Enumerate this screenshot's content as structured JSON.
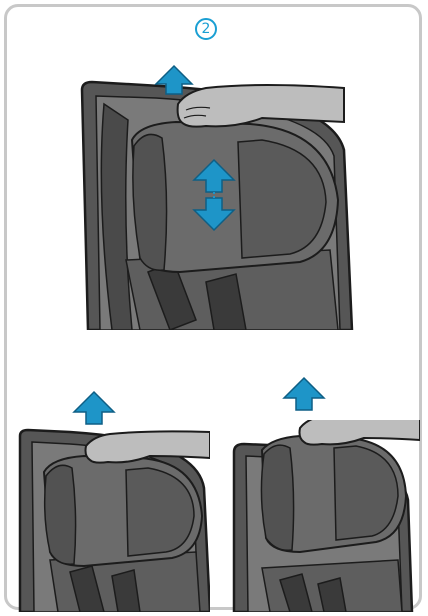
{
  "step": {
    "number": "2"
  },
  "colors": {
    "frame": "#c8c8c8",
    "accent_blue": "#1a9fd3",
    "arrow_blue": "#1e95c8",
    "seat_dark": "#4a4a4a",
    "seat_mid": "#6b6b6b",
    "seat_light": "#8a8a8a",
    "outline": "#1c1c1c",
    "hand_gray": "#bdbdbd"
  },
  "panels": [
    {
      "id": "main",
      "icons": [
        "up-arrow-icon",
        "up-down-arrow-icon",
        "hand-icon"
      ]
    },
    {
      "id": "bottom-left",
      "icons": [
        "up-arrow-icon",
        "hand-icon"
      ]
    },
    {
      "id": "bottom-right",
      "icons": [
        "up-arrow-icon",
        "hand-icon"
      ]
    }
  ]
}
